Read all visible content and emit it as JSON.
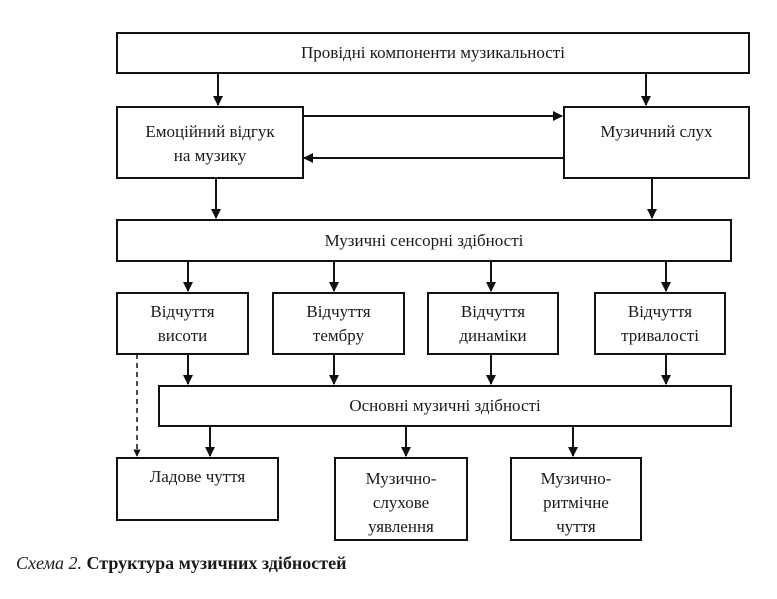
{
  "diagram": {
    "nodes": {
      "leading": "Провідні компоненти музикальності",
      "emotional": [
        "Емоційний відгук",
        "на музику"
      ],
      "hearing": [
        "Музичний слух"
      ],
      "sensory": "Музичні сенсорні здібності",
      "pitch": [
        "Відчуття",
        "висоти"
      ],
      "timbre": [
        "Відчуття",
        "тембру"
      ],
      "dynamics": [
        "Відчуття",
        "динаміки"
      ],
      "duration": [
        "Відчуття",
        "тривалості"
      ],
      "basic": "Основні музичні здібності",
      "modal": [
        "Ладове чуття"
      ],
      "auditory": [
        "Музично-",
        "слухове",
        "уявлення"
      ],
      "rhythm": [
        "Музично-",
        "ритмічне",
        "чуття"
      ]
    },
    "edges": [
      {
        "from": "leading",
        "to": "emotional",
        "style": "solid"
      },
      {
        "from": "leading",
        "to": "hearing",
        "style": "solid"
      },
      {
        "from": "emotional",
        "to": "hearing",
        "style": "solid"
      },
      {
        "from": "hearing",
        "to": "emotional",
        "style": "solid"
      },
      {
        "from": "emotional",
        "to": "sensory",
        "style": "solid"
      },
      {
        "from": "hearing",
        "to": "sensory",
        "style": "solid"
      },
      {
        "from": "sensory",
        "to": "pitch",
        "style": "solid"
      },
      {
        "from": "sensory",
        "to": "timbre",
        "style": "solid"
      },
      {
        "from": "sensory",
        "to": "dynamics",
        "style": "solid"
      },
      {
        "from": "sensory",
        "to": "duration",
        "style": "solid"
      },
      {
        "from": "pitch",
        "to": "basic",
        "style": "solid"
      },
      {
        "from": "timbre",
        "to": "basic",
        "style": "solid"
      },
      {
        "from": "dynamics",
        "to": "basic",
        "style": "solid"
      },
      {
        "from": "duration",
        "to": "basic",
        "style": "solid"
      },
      {
        "from": "basic",
        "to": "modal",
        "style": "solid"
      },
      {
        "from": "basic",
        "to": "auditory",
        "style": "solid"
      },
      {
        "from": "basic",
        "to": "rhythm",
        "style": "solid"
      },
      {
        "from": "pitch",
        "to": "modal",
        "style": "dashed"
      }
    ]
  },
  "caption": {
    "label": "Схема 2.",
    "title": "Структура музичних здібностей"
  }
}
